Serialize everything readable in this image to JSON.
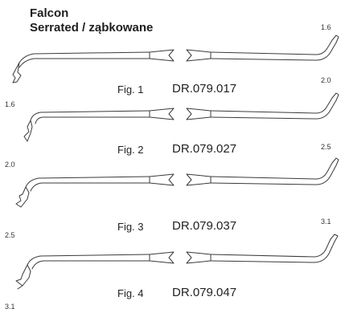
{
  "title": {
    "line1": "Falcon",
    "line2": "Serrated / ząbkowane"
  },
  "instruments": [
    {
      "fig": "Fig. 1",
      "code": "DR.079.017",
      "size_left": "1.6",
      "size_right": "1.6"
    },
    {
      "fig": "Fig. 2",
      "code": "DR.079.027",
      "size_left": "2.0",
      "size_right": "2.0"
    },
    {
      "fig": "Fig. 3",
      "code": "DR.079.037",
      "size_left": "2.5",
      "size_right": "2.5"
    },
    {
      "fig": "Fig. 4",
      "code": "DR.079.047",
      "size_left": "3.1",
      "size_right": "3.1"
    }
  ]
}
